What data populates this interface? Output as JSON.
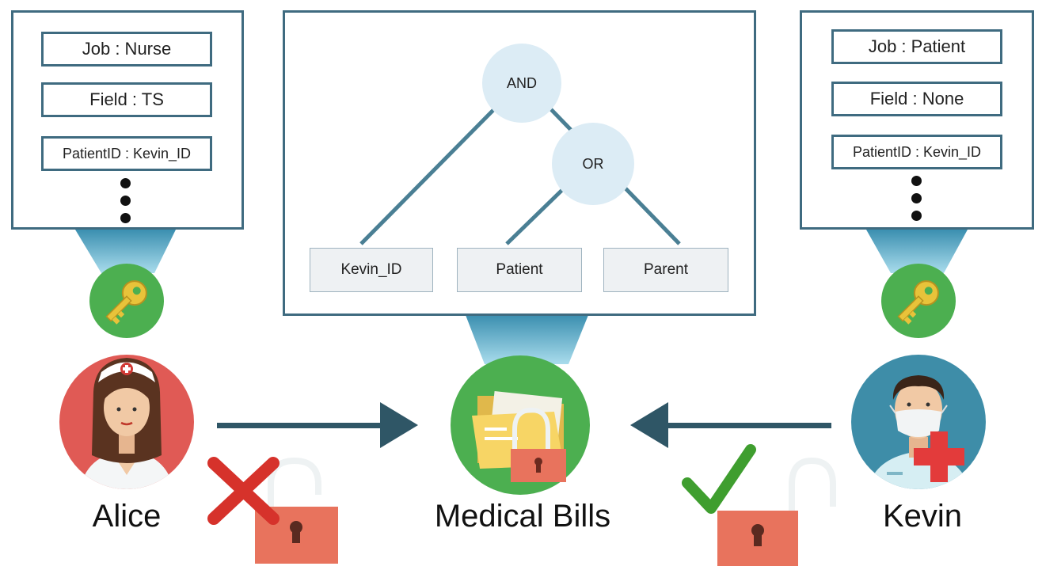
{
  "colors": {
    "panel_border": "#3f6b80",
    "beam": "#4aa3c2",
    "key_circle": "#4caf50",
    "alice_circle": "#e05a55",
    "kevin_circle": "#3e8da8",
    "arrow": "#2f5666",
    "lock": "#e8735d",
    "cross": "#d6322b",
    "check": "#3f9e2f"
  },
  "alice": {
    "name": "Alice",
    "attributes": [
      "Job : Nurse",
      "Field : TS",
      "PatientID : Kevin_ID"
    ],
    "icon": "nurse-avatar",
    "key_icon": "key-icon",
    "access": "denied",
    "result_icons": [
      "cross-icon",
      "padlock-open-icon"
    ]
  },
  "kevin": {
    "name": "Kevin",
    "attributes": [
      "Job : Patient",
      "Field : None",
      "PatientID : Kevin_ID"
    ],
    "icon": "patient-avatar",
    "key_icon": "key-icon",
    "access": "granted",
    "result_icons": [
      "check-icon",
      "padlock-open-icon"
    ]
  },
  "policy": {
    "root": "AND",
    "inner": "OR",
    "leaves": [
      "Kevin_ID",
      "Patient",
      "Parent"
    ]
  },
  "resource": {
    "name": "Medical Bills",
    "icon": "locked-folder-icon"
  }
}
